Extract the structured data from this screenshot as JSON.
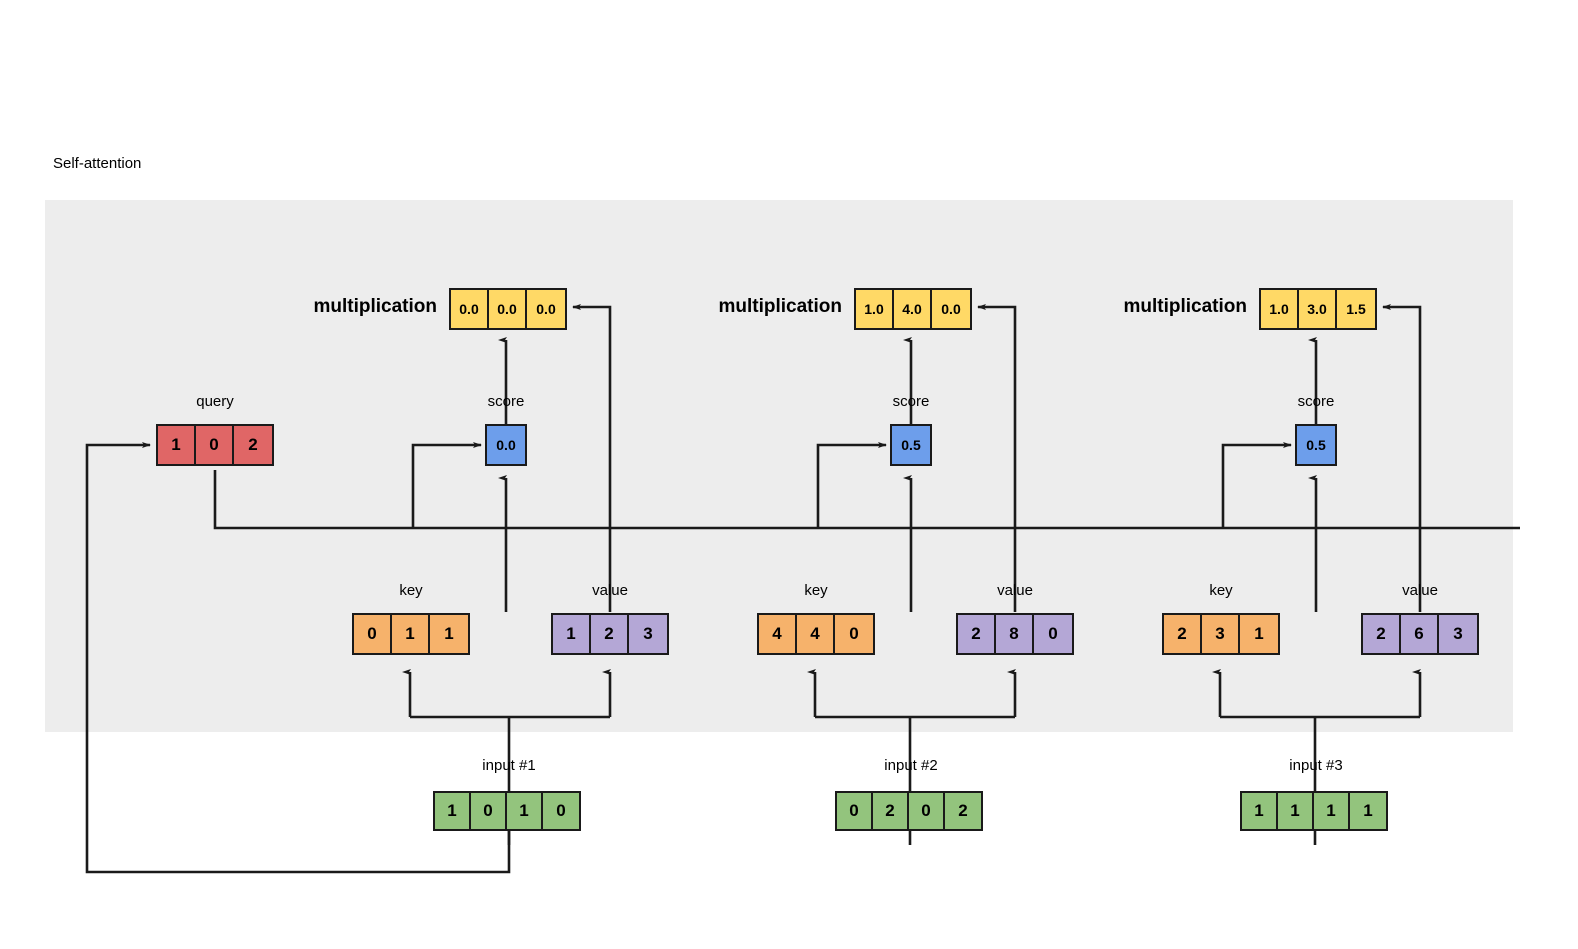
{
  "title": "Self-attention",
  "colors": {
    "panel_bg": "#ededed",
    "page_bg": "#ffffff",
    "query": "#e06666",
    "key": "#f6b26b",
    "value": "#b4a7d6",
    "input": "#93c47d",
    "score": "#6d9eeb",
    "multiplication": "#ffd966",
    "stroke": "#1a1a1a"
  },
  "labels": {
    "query": "query",
    "key": "key",
    "value": "value",
    "score": "score",
    "multiplication": "multiplication"
  },
  "query": {
    "label": "query",
    "values": [
      "1",
      "0",
      "2"
    ]
  },
  "columns": [
    {
      "input_label": "input #1",
      "input_values": [
        "1",
        "0",
        "1",
        "0"
      ],
      "key_label": "key",
      "key_values": [
        "0",
        "1",
        "1"
      ],
      "value_label": "value",
      "value_values": [
        "1",
        "2",
        "3"
      ],
      "score_label": "score",
      "score_value": "0.0",
      "mult_label": "multiplication",
      "mult_values": [
        "0.0",
        "0.0",
        "0.0"
      ]
    },
    {
      "input_label": "input #2",
      "input_values": [
        "0",
        "2",
        "0",
        "2"
      ],
      "key_label": "key",
      "key_values": [
        "4",
        "4",
        "0"
      ],
      "value_label": "value",
      "value_values": [
        "2",
        "8",
        "0"
      ],
      "score_label": "score",
      "score_value": "0.5",
      "mult_label": "multiplication",
      "mult_values": [
        "1.0",
        "4.0",
        "0.0"
      ]
    },
    {
      "input_label": "input #3",
      "input_values": [
        "1",
        "1",
        "1",
        "1"
      ],
      "key_label": "key",
      "key_values": [
        "2",
        "3",
        "1"
      ],
      "value_label": "value",
      "value_values": [
        "2",
        "6",
        "3"
      ],
      "score_label": "score",
      "score_value": "0.5",
      "mult_label": "multiplication",
      "mult_values": [
        "1.0",
        "3.0",
        "1.5"
      ]
    }
  ]
}
